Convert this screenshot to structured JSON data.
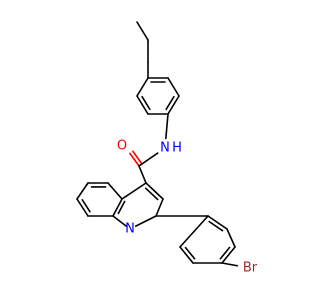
{
  "molecule": {
    "atom_labels": {
      "oxygen": "O",
      "amide_nh": "N",
      "amide_h": "H",
      "ring_nitrogen": "N",
      "bromine": "Br"
    },
    "colors": {
      "bond": "#000000",
      "oxygen": "#ff0000",
      "nitrogen": "#0000ff",
      "bromine": "#a52a2a"
    }
  }
}
